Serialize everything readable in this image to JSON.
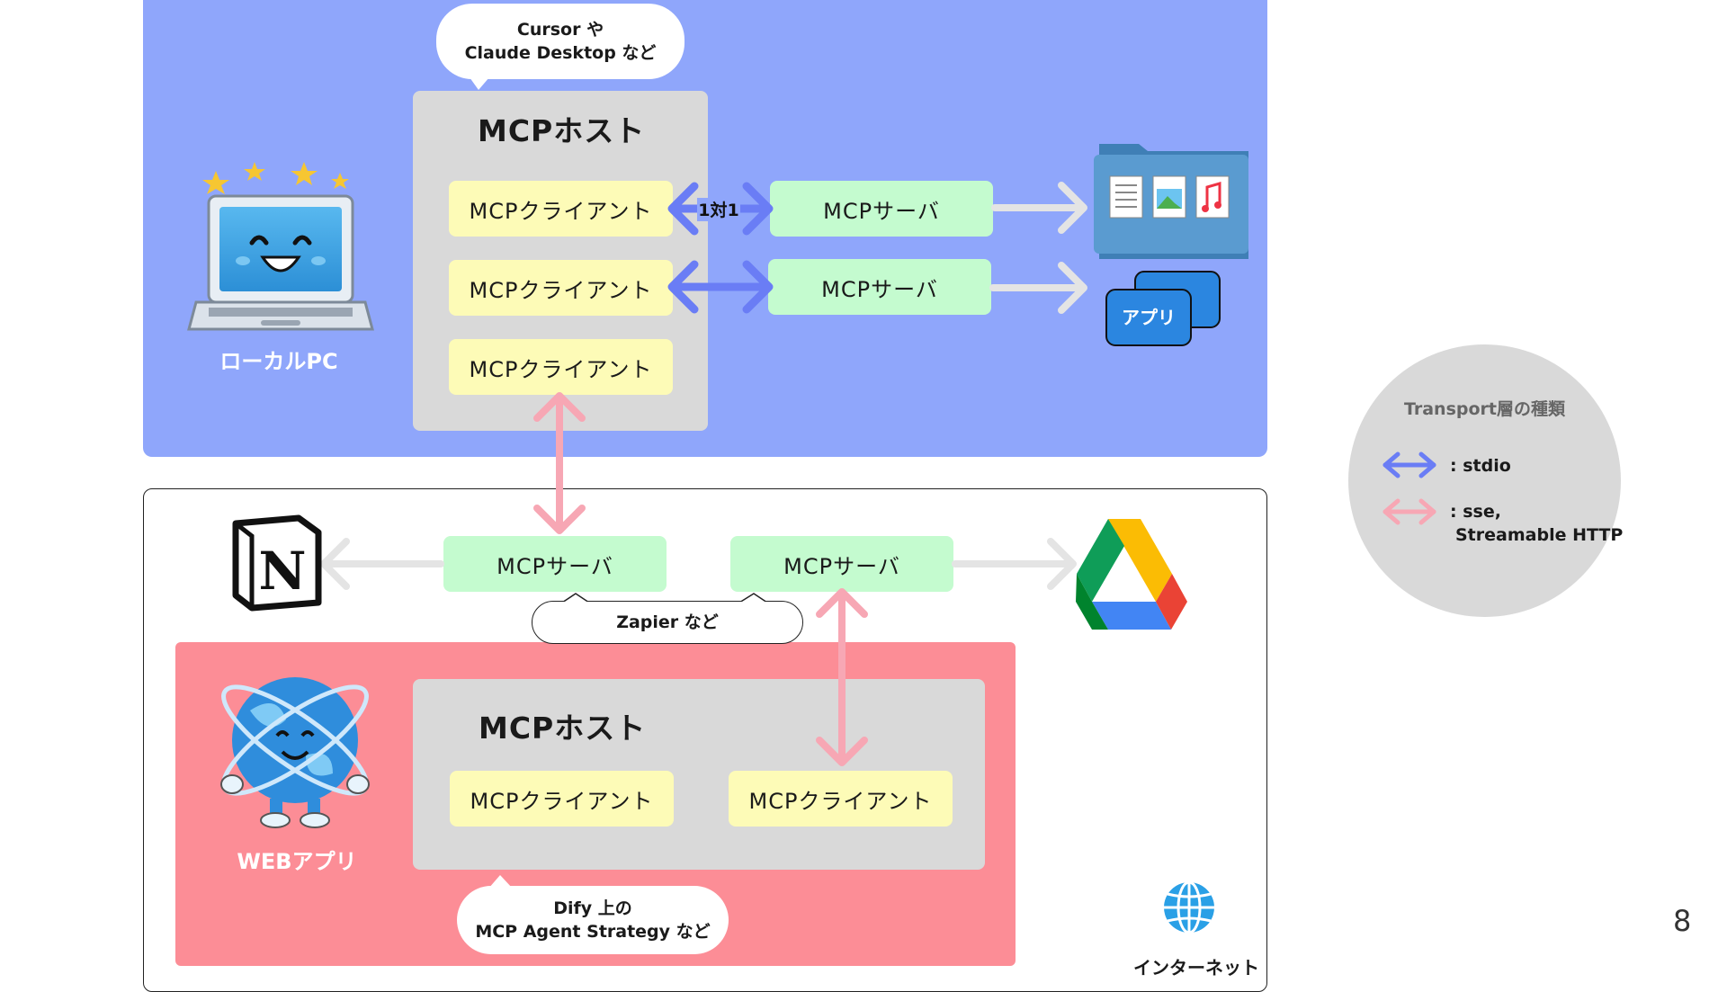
{
  "local": {
    "bubble_line1": "Cursor や",
    "bubble_line2": "Claude Desktop など",
    "host_title": "MCPホスト",
    "clients": [
      "MCPクライアント",
      "MCPクライアント",
      "MCPクライアント"
    ],
    "servers": [
      "MCPサーバ",
      "MCPサーバ"
    ],
    "one_to_one": "1対1",
    "pc_label": "ローカルPC",
    "app_label": "アプリ"
  },
  "internet": {
    "servers": [
      "MCPサーバ",
      "MCPサーバ"
    ],
    "zapier_bubble": "Zapier など",
    "label": "インターネット"
  },
  "web": {
    "host_title": "MCPホスト",
    "clients": [
      "MCPクライアント",
      "MCPクライアント"
    ],
    "web_label": "WEBアプリ",
    "bubble_line1": "Dify 上の",
    "bubble_line2": "MCP Agent Strategy など"
  },
  "legend": {
    "title": "Transport層の種類",
    "stdio": ": stdio",
    "sse_line1": ": sse,",
    "sse_line2": "Streamable HTTP"
  },
  "colors": {
    "local_bg": "#8fa6fb",
    "web_bg": "#fc8d96",
    "host_bg": "#d9d9d9",
    "client_bg": "#fdfbb7",
    "server_bg": "#c4fbcf",
    "stdio_arrow": "#6a7df5",
    "http_arrow": "#f7a7b4",
    "plain_arrow": "#e4e4e4"
  },
  "icons": [
    "laptop-icon",
    "folder-icon",
    "app-icon",
    "notion-icon",
    "google-drive-icon",
    "globe-character-icon",
    "globe-icon"
  ],
  "page_number": "8"
}
